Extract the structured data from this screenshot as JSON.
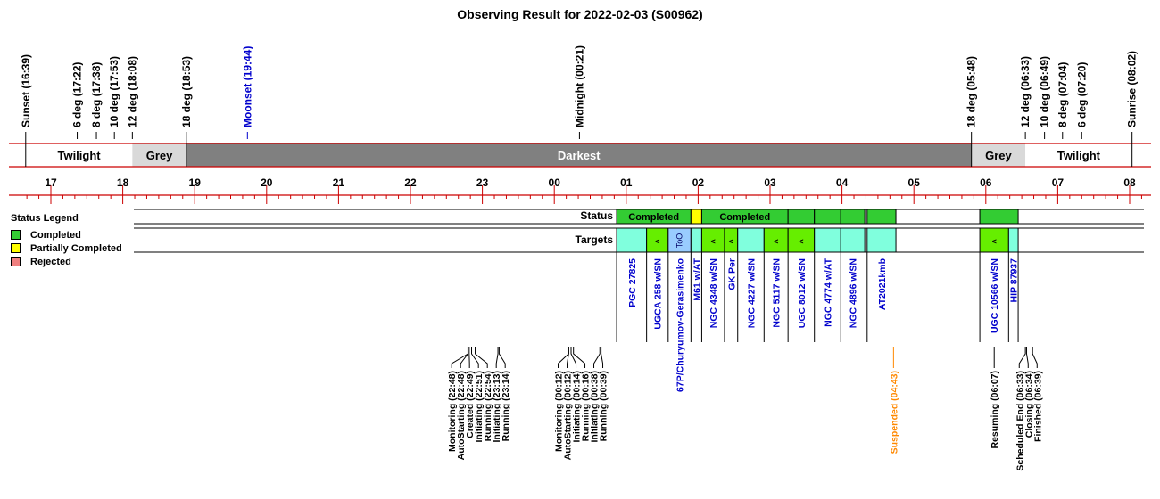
{
  "title": "Observing Result for 2022-02-03 (S00962)",
  "labels": {
    "status": "Status",
    "targets": "Targets"
  },
  "legend": {
    "title": "Status Legend",
    "items": [
      {
        "label": "Completed",
        "color": "#33cc33"
      },
      {
        "label": "Partially Completed",
        "color": "#ffff00"
      },
      {
        "label": "Rejected",
        "color": "#f08080"
      }
    ]
  },
  "chart_data": {
    "type": "timeline",
    "x_axis": {
      "start": "16:39",
      "end": "08:02",
      "ticks": [
        "17",
        "18",
        "19",
        "20",
        "21",
        "22",
        "23",
        "00",
        "01",
        "02",
        "03",
        "04",
        "05",
        "06",
        "07",
        "08"
      ]
    },
    "colors": {
      "grid": "#cc0000",
      "twilight": "#ffffff",
      "grey": "#d9d9d9",
      "darkest": "#808080",
      "completed": "#33cc33",
      "partial": "#ffff00",
      "target": "#80ffdd",
      "target_child": "#66ee00",
      "too": "#99ccff",
      "target_text": "#0000cc",
      "suspended": "#ff8800"
    },
    "sky_events": [
      {
        "label": "Sunset (16:39)",
        "time": "16:39",
        "color": "#000000"
      },
      {
        "label": "6 deg (17:22)",
        "time": "17:22",
        "color": "#000000"
      },
      {
        "label": "8 deg (17:38)",
        "time": "17:38",
        "color": "#000000"
      },
      {
        "label": "10 deg (17:53)",
        "time": "17:53",
        "color": "#000000"
      },
      {
        "label": "12 deg (18:08)",
        "time": "18:08",
        "color": "#000000"
      },
      {
        "label": "18 deg (18:53)",
        "time": "18:53",
        "color": "#000000"
      },
      {
        "label": "Moonset (19:44)",
        "time": "19:44",
        "color": "#0000cc"
      },
      {
        "label": "Midnight (00:21)",
        "time": "00:21",
        "color": "#000000"
      },
      {
        "label": "18 deg (05:48)",
        "time": "05:48",
        "color": "#000000"
      },
      {
        "label": "12 deg (06:33)",
        "time": "06:33",
        "color": "#000000"
      },
      {
        "label": "10 deg (06:49)",
        "time": "06:49",
        "color": "#000000"
      },
      {
        "label": "8 deg (07:04)",
        "time": "07:04",
        "color": "#000000"
      },
      {
        "label": "6 deg (07:20)",
        "time": "07:20",
        "color": "#000000"
      },
      {
        "label": "Sunrise (08:02)",
        "time": "08:02",
        "color": "#000000"
      }
    ],
    "sky_bands": [
      {
        "label": "Twilight",
        "start": "16:39",
        "end": "18:08",
        "kind": "twilight"
      },
      {
        "label": "Grey",
        "start": "18:08",
        "end": "18:53",
        "kind": "grey"
      },
      {
        "label": "Darkest",
        "start": "18:53",
        "end": "05:48",
        "kind": "darkest"
      },
      {
        "label": "Grey",
        "start": "05:48",
        "end": "06:33",
        "kind": "grey"
      },
      {
        "label": "Twilight",
        "start": "06:33",
        "end": "08:02",
        "kind": "twilight"
      }
    ],
    "status_blocks": [
      {
        "start": "00:52",
        "end": "01:54",
        "label": "Completed",
        "kind": "completed"
      },
      {
        "start": "01:54",
        "end": "02:03",
        "label": "",
        "kind": "partial"
      },
      {
        "start": "02:03",
        "end": "03:15",
        "label": "Completed",
        "kind": "completed"
      },
      {
        "start": "03:15",
        "end": "03:37",
        "label": "",
        "kind": "completed"
      },
      {
        "start": "03:37",
        "end": "03:59",
        "label": "",
        "kind": "completed"
      },
      {
        "start": "03:59",
        "end": "04:19",
        "label": "",
        "kind": "completed"
      },
      {
        "start": "04:21",
        "end": "04:45",
        "label": "",
        "kind": "completed"
      },
      {
        "start": "04:45",
        "end": "05:55",
        "label": "",
        "kind": "empty"
      },
      {
        "start": "05:55",
        "end": "06:27",
        "label": "",
        "kind": "completed"
      }
    ],
    "targets": [
      {
        "name": "PGC 27825",
        "start": "00:52",
        "end": "01:17",
        "kind": "main",
        "mark": "",
        "sublabel": ""
      },
      {
        "name": "UGCA 258 w/SN",
        "start": "01:17",
        "end": "01:35",
        "kind": "child",
        "mark": "<",
        "sublabel": ""
      },
      {
        "name": "67P/Churyumov-Gerasimenko",
        "start": "01:35",
        "end": "01:54",
        "kind": "too",
        "mark": "",
        "sublabel": "ToO"
      },
      {
        "name": "M61 w/AT",
        "start": "01:54",
        "end": "02:03",
        "kind": "main",
        "mark": "",
        "sublabel": ""
      },
      {
        "name": "NGC 4348 w/SN",
        "start": "02:03",
        "end": "02:22",
        "kind": "child",
        "mark": "<",
        "sublabel": ""
      },
      {
        "name": "GK Per",
        "start": "02:22",
        "end": "02:33",
        "kind": "child",
        "mark": "<",
        "sublabel": ""
      },
      {
        "name": "NGC 4227 w/SN",
        "start": "02:33",
        "end": "02:55",
        "kind": "main",
        "mark": "",
        "sublabel": ""
      },
      {
        "name": "NGC 5117 w/SN",
        "start": "02:55",
        "end": "03:15",
        "kind": "child",
        "mark": "<",
        "sublabel": ""
      },
      {
        "name": "UGC 8012 w/SN",
        "start": "03:15",
        "end": "03:37",
        "kind": "child",
        "mark": "<",
        "sublabel": ""
      },
      {
        "name": "NGC 4774 w/AT",
        "start": "03:37",
        "end": "03:59",
        "kind": "main",
        "mark": "",
        "sublabel": ""
      },
      {
        "name": "NGC 4896 w/SN",
        "start": "03:59",
        "end": "04:19",
        "kind": "main",
        "mark": "",
        "sublabel": ""
      },
      {
        "name": "AT2021kmb",
        "start": "04:21",
        "end": "04:45",
        "kind": "main",
        "mark": "",
        "sublabel": ""
      },
      {
        "name": "UGC 10566 w/SN",
        "start": "05:55",
        "end": "06:19",
        "kind": "child",
        "mark": "<",
        "sublabel": ""
      },
      {
        "name": "HIP 87937",
        "start": "06:19",
        "end": "06:27",
        "kind": "main",
        "mark": "",
        "sublabel": ""
      }
    ],
    "event_groups": [
      {
        "items": [
          {
            "label": "Monitoring (22:48)",
            "time": "22:48"
          },
          {
            "label": "AutoStarting (22:48)",
            "time": "22:48"
          },
          {
            "label": "Created (22:49)",
            "time": "22:49"
          },
          {
            "label": "Initiating (22:51)",
            "time": "22:51"
          },
          {
            "label": "Running (22:54)",
            "time": "22:54"
          },
          {
            "label": "Initiating (23:13)",
            "time": "23:13"
          },
          {
            "label": "Running (23:14)",
            "time": "23:14"
          }
        ]
      },
      {
        "items": [
          {
            "label": "Monitoring (00:12)",
            "time": "00:12"
          },
          {
            "label": "AutoStarting (00:12)",
            "time": "00:12"
          },
          {
            "label": "Initiating (00:14)",
            "time": "00:14"
          },
          {
            "label": "Running (00:16)",
            "time": "00:16"
          },
          {
            "label": "Initiating (00:38)",
            "time": "00:38"
          },
          {
            "label": "Running (00:39)",
            "time": "00:39"
          }
        ]
      },
      {
        "items": [
          {
            "label": "Suspended (04:43)",
            "time": "04:43",
            "color": "#ff8800"
          }
        ]
      },
      {
        "items": [
          {
            "label": "Resuming (06:07)",
            "time": "06:07"
          }
        ]
      },
      {
        "items": [
          {
            "label": "Scheduled End (06:33)",
            "time": "06:33"
          },
          {
            "label": "Closing (06:34)",
            "time": "06:34"
          },
          {
            "label": "Finished (06:39)",
            "time": "06:39"
          }
        ]
      }
    ]
  }
}
